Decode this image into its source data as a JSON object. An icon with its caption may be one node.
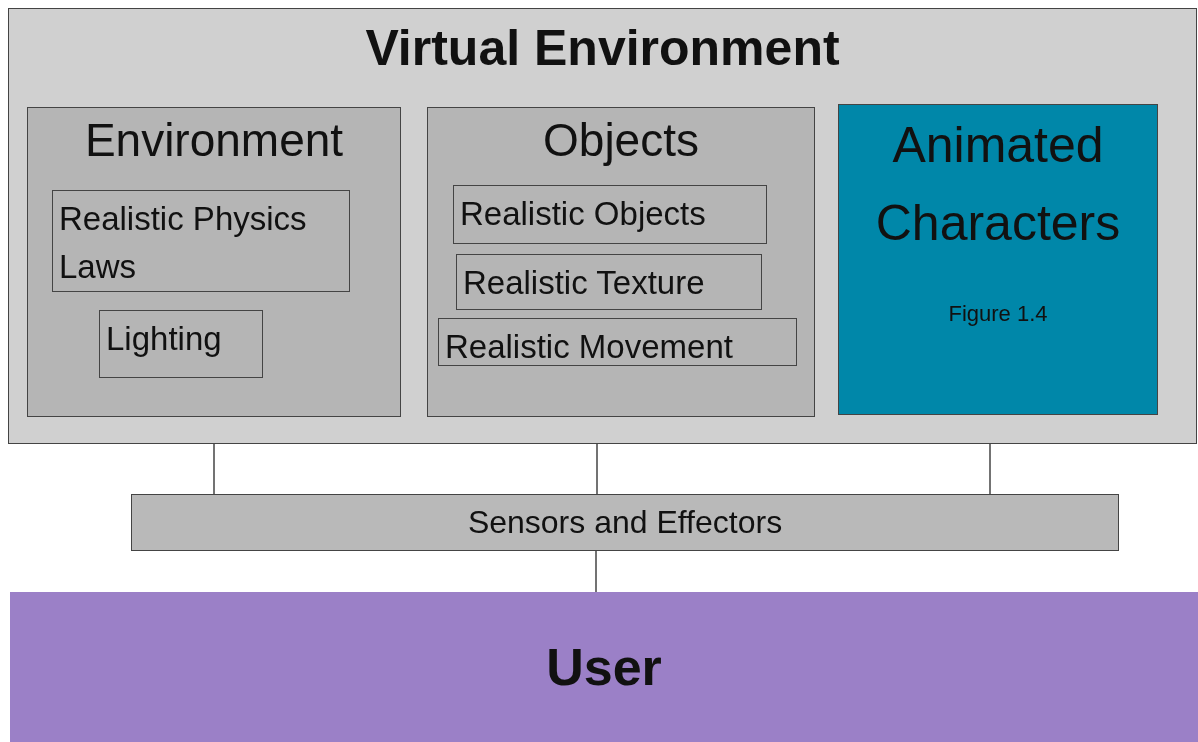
{
  "diagram": {
    "nodes": [
      {
        "text": [
          "Virtual Environment"
        ]
      },
      {
        "text": [
          "Environment"
        ],
        "in": 0
      },
      {
        "text": [
          "Realistic Physics Laws"
        ],
        "in": 1
      },
      {
        "text": [
          "Lighting"
        ],
        "in": 1
      },
      {
        "text": [
          "Objects"
        ],
        "in": 0
      },
      {
        "text": [
          "Realistic Objects"
        ],
        "in": 4
      },
      {
        "text": [
          "Realistic Texture"
        ],
        "in": 4
      },
      {
        "text": [
          "Realistic Movement"
        ],
        "in": 4
      },
      {
        "text": [
          "Animated Characters",
          "Figure 1.4"
        ],
        "in": 0
      },
      {
        "text": [
          "Sensors and Effectors"
        ]
      },
      {
        "text": [
          "User"
        ]
      }
    ],
    "edges": [
      {
        "from": 1,
        "to": 9,
        "arrow": "none"
      },
      {
        "from": 4,
        "to": 9,
        "arrow": "none"
      },
      {
        "from": 8,
        "to": 9,
        "arrow": "none"
      },
      {
        "from": 9,
        "to": 10,
        "arrow": "none"
      }
    ]
  }
}
